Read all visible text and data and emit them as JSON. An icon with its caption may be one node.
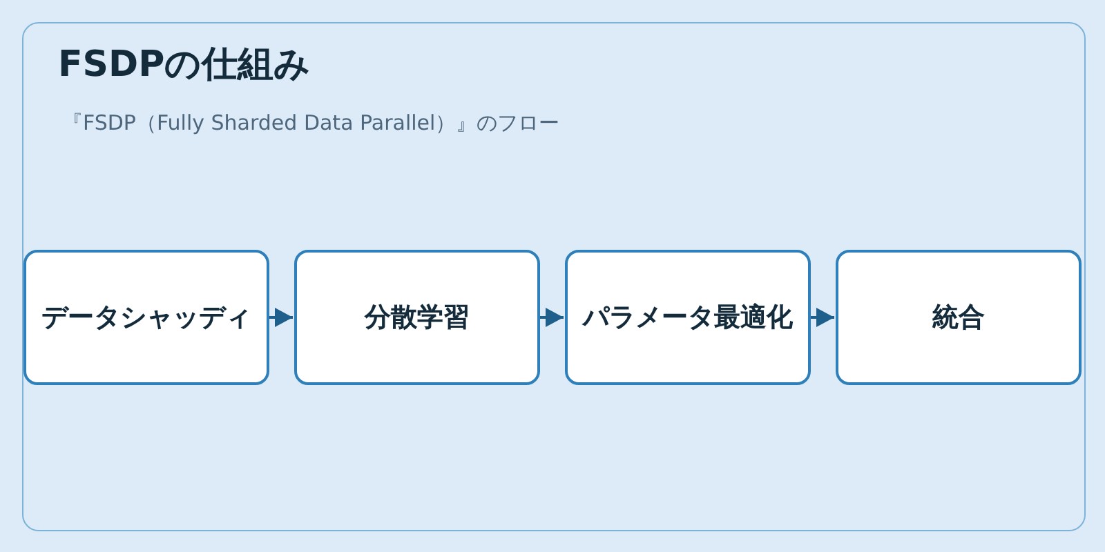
{
  "diagram": {
    "title": "FSDPの仕組み",
    "nodes": [
      {
        "text": [
          "データシャッディ"
        ]
      },
      {
        "text": [
          "分散学習"
        ]
      },
      {
        "text": [
          "パラメータ最適化"
        ]
      },
      {
        "text": [
          "統合"
        ]
      }
    ],
    "edges": [
      {
        "from": 0,
        "to": 1,
        "arrow": "to"
      },
      {
        "from": 1,
        "to": 2,
        "arrow": "to"
      },
      {
        "from": 2,
        "to": 3,
        "arrow": "to"
      }
    ],
    "labels": [
      "『FSDP（Fully Sharded Data Parallel）』のフロー"
    ]
  }
}
